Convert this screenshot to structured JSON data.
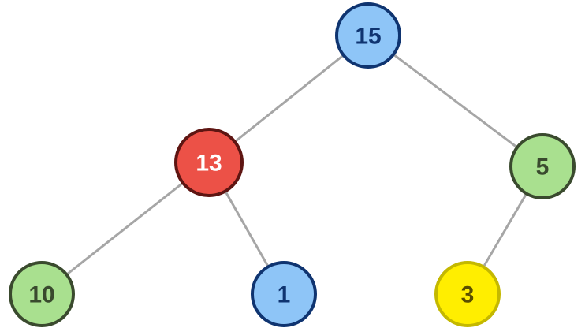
{
  "nodes": [
    {
      "id": "n15",
      "label": "15",
      "fill": "#8ec5f7",
      "stroke": "#0f3470",
      "text_color": "#0f3470"
    },
    {
      "id": "n13",
      "label": "13",
      "fill": "#ec5147",
      "stroke": "#5e1512",
      "text_color": "#ffffff"
    },
    {
      "id": "n5",
      "label": "5",
      "fill": "#a9e08f",
      "stroke": "#3a4a2e",
      "text_color": "#3a4a2e"
    },
    {
      "id": "n10",
      "label": "10",
      "fill": "#a9e08f",
      "stroke": "#3a4a2e",
      "text_color": "#3a4a2e"
    },
    {
      "id": "n1",
      "label": "1",
      "fill": "#8ec5f7",
      "stroke": "#0f3470",
      "text_color": "#0f3470"
    },
    {
      "id": "n3",
      "label": "3",
      "fill": "#ffee00",
      "stroke": "#c4b800",
      "text_color": "#5a4e00"
    }
  ],
  "edges": [
    {
      "from": "n15",
      "to": "n13"
    },
    {
      "from": "n15",
      "to": "n5"
    },
    {
      "from": "n13",
      "to": "n10"
    },
    {
      "from": "n13",
      "to": "n1"
    },
    {
      "from": "n5",
      "to": "n3"
    }
  ],
  "colors": {
    "edge": "#a6a6a6",
    "background": "#ffffff"
  }
}
